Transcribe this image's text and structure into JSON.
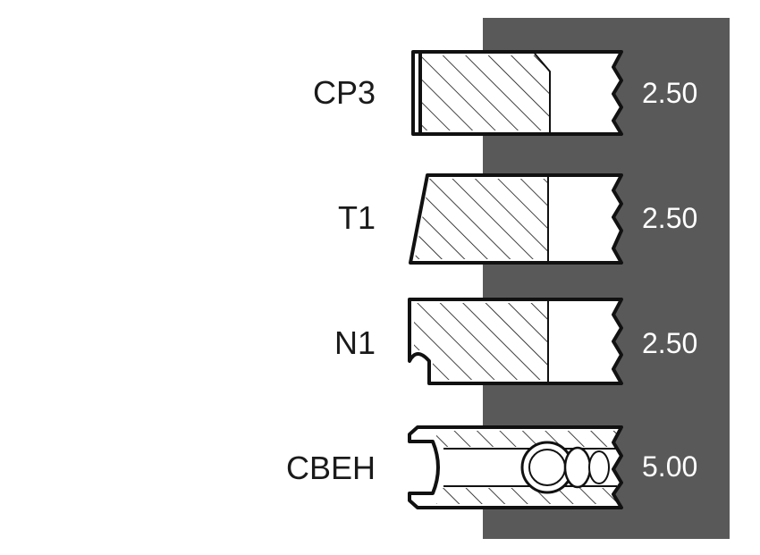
{
  "colors": {
    "panel": "#595959",
    "outline": "#111111",
    "fill": "#ffffff",
    "hatch": "#111111",
    "label_text": "#1a1a1a",
    "value_text": "#ffffff"
  },
  "rings": [
    {
      "label": "CP3",
      "value": "2.50",
      "profile": "compression-barrel"
    },
    {
      "label": "T1",
      "value": "2.50",
      "profile": "taper-face"
    },
    {
      "label": "N1",
      "value": "2.50",
      "profile": "napier-hook"
    },
    {
      "label": "CBEH",
      "value": "5.00",
      "profile": "oil-control-expander"
    }
  ]
}
